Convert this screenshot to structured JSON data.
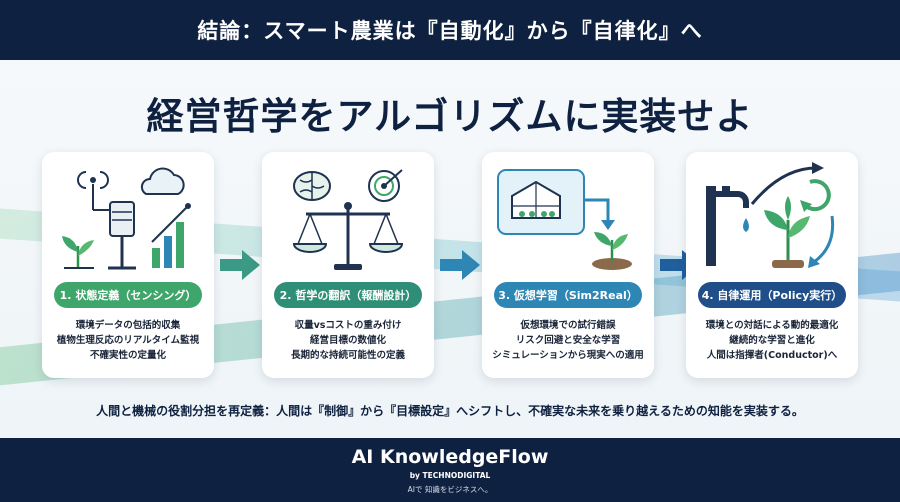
{
  "header": {
    "title": "結論：スマート農業は『自動化』から『自律化』へ"
  },
  "headline": "経営哲学をアルゴリズムに実装せよ",
  "steps": [
    {
      "label": "1. 状態定義（センシング）",
      "color": "#3fa66b",
      "lines": [
        "環境データの包括的収集",
        "植物生理反応のリアルタイム監視",
        "不確実性の定量化"
      ]
    },
    {
      "label": "2. 哲学の翻訳（報酬設計）",
      "color": "#2f8f76",
      "lines": [
        "収量vsコストの重み付け",
        "経営目標の数値化",
        "長期的な持続可能性の定義"
      ]
    },
    {
      "label": "3. 仮想学習（Sim2Real）",
      "color": "#2e86b5",
      "lines": [
        "仮想環境での試行錯誤",
        "リスク回避と安全な学習",
        "シミュレーションから現実への適用"
      ]
    },
    {
      "label": "4. 自律運用（Policy実行）",
      "color": "#1f4e88",
      "lines": [
        "環境との対話による動的最適化",
        "継続的な学習と進化",
        "人間は指揮者(Conductor)へ"
      ]
    }
  ],
  "summary": "人間と機械の役割分担を再定義：人間は『制御』から『目標設定』へシフトし、不確実な未来を乗り越えるための知能を実装する。",
  "footer": {
    "brand": "AI KnowledgeFlow",
    "by": "by TECHNODIGITAL",
    "tagline": "AIで 知識をビジネスへ。"
  },
  "icons": [
    "sensor-tower-icon",
    "cloud-icon",
    "brain-icon",
    "target-icon",
    "balance-scale-icon",
    "greenhouse-icon",
    "seedling-icon",
    "faucet-icon",
    "cycle-arrows-icon",
    "plant-icon"
  ]
}
